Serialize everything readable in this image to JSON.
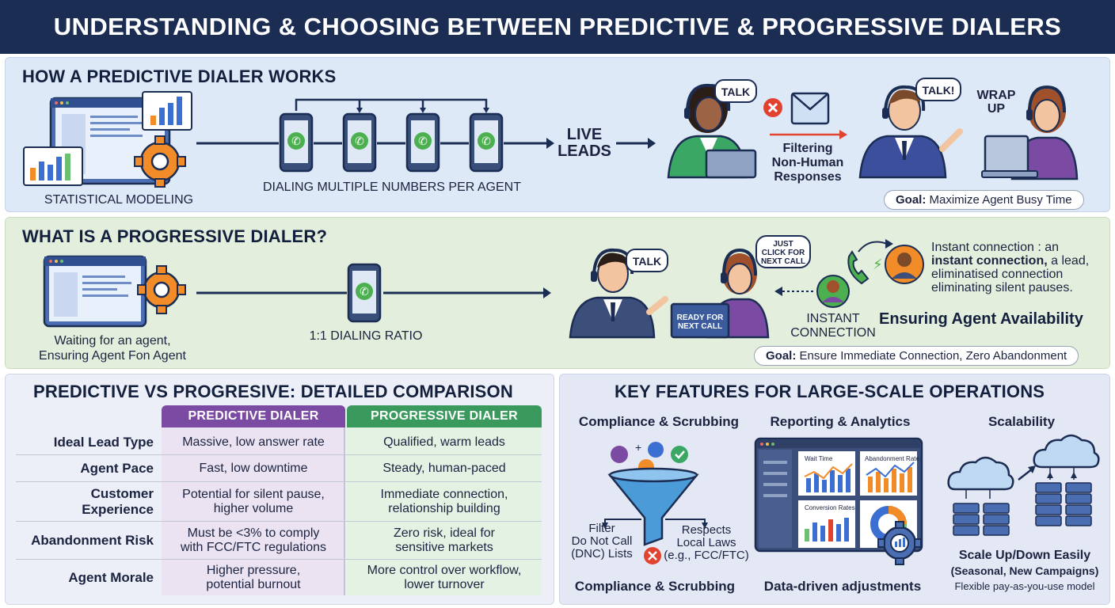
{
  "title": "UNDERSTANDING & CHOOSING BETWEEN PREDICTIVE & PROGRESSIVE DIALERS",
  "predictive_section": {
    "heading": "HOW A PREDICTIVE DIALER WORKS",
    "statistical_label": "STATISTICAL MODELING",
    "dialing_label": "DIALING MULTIPLE NUMBERS PER AGENT",
    "live_leads_line1": "LIVE",
    "live_leads_line2": "LEADS",
    "talk_1": "TALK",
    "filtering_line1": "Filtering",
    "filtering_line2": "Non-Human",
    "filtering_line3": "Responses",
    "talk_2": "TALK!",
    "wrap_line1": "WRAP",
    "wrap_line2": "UP",
    "goal_label": "Goal:",
    "goal_text": "Maximize Agent Busy Time"
  },
  "progressive_section": {
    "heading": "WHAT IS A PROGRESSIVE DIALER?",
    "waiting_line1": "Waiting for an agent,",
    "waiting_line2": "Ensuring Agent Fon Agent",
    "ratio_label": "1:1 DIALING RATIO",
    "talk": "TALK",
    "click_line1": "JUST",
    "click_line2": "CLICK FOR",
    "click_line3": "NEXT CALL",
    "ready_line1": "READY FOR",
    "ready_line2": "NEXT CALL",
    "instant_line1": "INSTANT",
    "instant_line2": "CONNECTION",
    "desc_line1": "Instant connection : an",
    "desc_line2": "instant connection,",
    "desc_line2b": " a lead,",
    "desc_line3": "eliminatised connection",
    "desc_line4": "eliminating silent pauses.",
    "availability": "Ensuring Agent Availability",
    "goal_label": "Goal:",
    "goal_text": "Ensure Immediate Connection, Zero Abandonment"
  },
  "comparison": {
    "heading": "PREDICTIVE VS PROGRESIVE: DETAILED COMPARISON",
    "col_predictive": "PREDICTIVE DIALER",
    "col_progressive": "PROGRESSIVE DIALER",
    "rows": [
      {
        "label": "Ideal Lead Type",
        "pred1": "Massive, low answer rate",
        "pred2": "",
        "prog1": "Qualified, warm leads",
        "prog2": ""
      },
      {
        "label": "Agent Pace",
        "pred1": "Fast, low downtime",
        "pred2": "",
        "prog1": "Steady, human-paced",
        "prog2": ""
      },
      {
        "label": "Customer Experience",
        "pred1": "Potential for silent pause,",
        "pred2": "higher volume",
        "prog1": "Immediate connection,",
        "prog2": "relationship building"
      },
      {
        "label": "Abandonment Risk",
        "pred1": "Must be <3% to comply",
        "pred2": "with FCC/FTC regulations",
        "prog1": "Zero risk, ideal for",
        "prog2": "sensitive markets"
      },
      {
        "label": "Agent Morale",
        "pred1": "Higher pressure,",
        "pred2": "potential burnout",
        "prog1": "More control over workflow,",
        "prog2": "lower turnover"
      }
    ],
    "colors": {
      "predictive": "#7b4aa3",
      "progressive": "#3a9a5e",
      "pred_bg": "#ebe3f2",
      "prog_bg": "#e3f2e3"
    }
  },
  "features": {
    "heading": "KEY FEATURES FOR LARGE-SCALE OPERATIONS",
    "compliance_title": "Compliance & Scrubbing",
    "filter_line1": "Filter",
    "filter_line2": "Do Not Call",
    "filter_line3": "(DNC) Lists",
    "respects_line1": "Respects",
    "respects_line2": "Local Laws",
    "respects_line3": "(e.g., FCC/FTC)",
    "compliance_footer": "Compliance & Scrubbing",
    "reporting_title": "Reporting & Analytics",
    "card_wait": "Wait Time",
    "card_abandon": "Abandonment Rate",
    "card_conversion": "Conversion Rates",
    "reporting_footer": "Data-driven adjustments",
    "scal_title": "Scalability",
    "scale_line1": "Scale Up/Down Easily",
    "scale_line2": "(Seasonal, New Campaigns)",
    "scale_line3": "Flexible pay-as-you-use model"
  }
}
